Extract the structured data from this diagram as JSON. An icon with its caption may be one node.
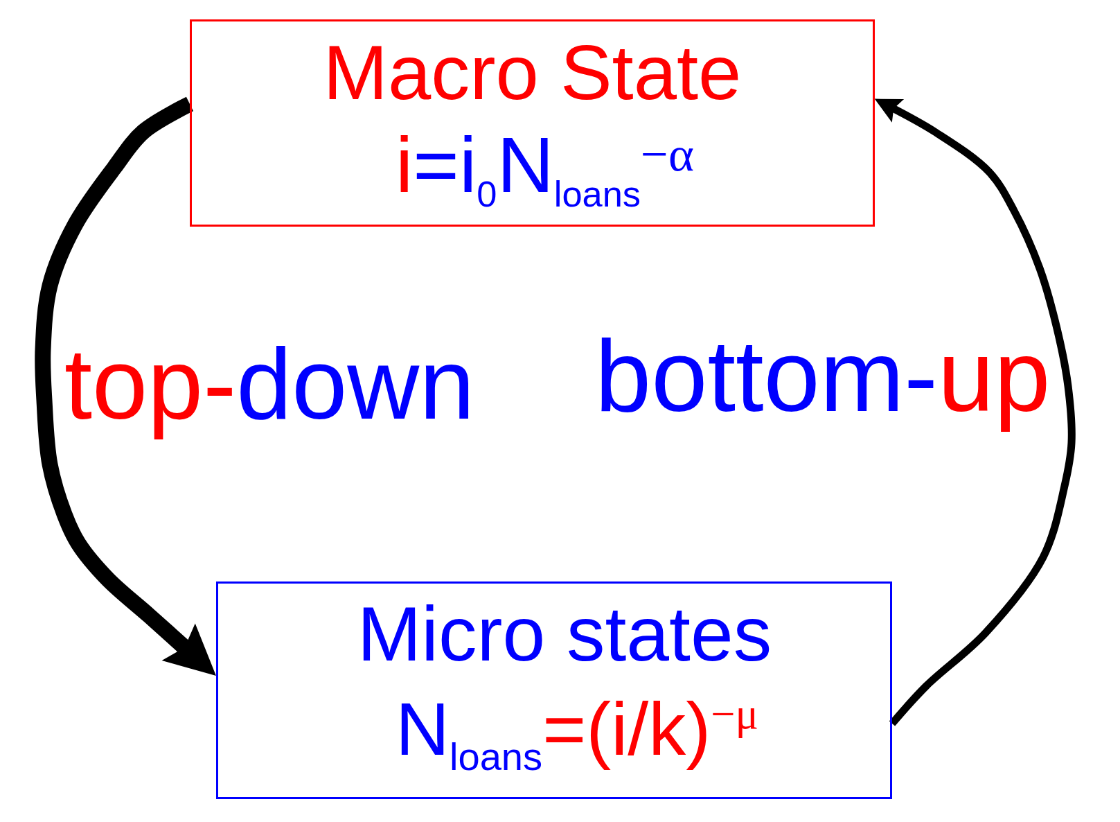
{
  "diagram": {
    "nodes": [
      {
        "text": [
          "Macro State",
          "i=i$_{0}$N$_{loans}$$^{−α}$"
        ]
      },
      {
        "text": [
          "Micro states",
          "N$_{loans}$=(i/k)$^{−μ}$"
        ]
      }
    ],
    "edges": [
      {
        "from": 0,
        "to": 1,
        "arrow": "to",
        "label": "top-down",
        "style": "thick"
      },
      {
        "from": 1,
        "to": 0,
        "arrow": "to",
        "label": "bottom-up"
      }
    ]
  }
}
